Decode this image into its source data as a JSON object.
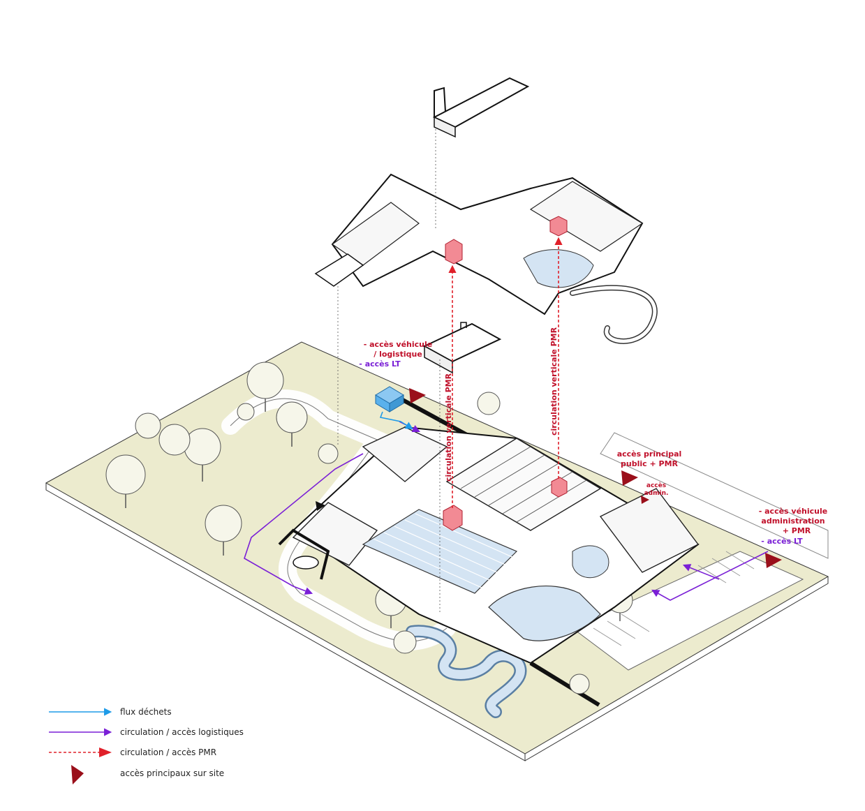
{
  "colors": {
    "waste_flow": "#1e9be8",
    "logistics": "#7a1fd6",
    "pmr": "#e0202a",
    "access_marker": "#9a0f1a",
    "site_ground": "#ecebce",
    "water": "#d4e4f3",
    "lift": "#f28a94",
    "waste_room": "#5ab1ec",
    "text_red": "#c0102a",
    "text_purple": "#7a1fd6"
  },
  "labels": {
    "vehicle_logistics_line1": "- accès véhicule",
    "vehicle_logistics_line2": "/ logistique",
    "lt_access_top": "- accès LT",
    "vertical_pmr_left": "circulation verticale PMR",
    "vertical_pmr_right": "circulation verticale PMR",
    "main_access_line1": "accès principal",
    "main_access_line2": "public + PMR",
    "admin_access_line1": "accès",
    "admin_access_line2": "admin.",
    "vehicle_admin_line1": "- accès véhicule",
    "vehicle_admin_line2": "administration",
    "vehicle_admin_line3": "+ PMR",
    "lt_access_right": "- accès LT"
  },
  "legend": [
    {
      "key": "waste",
      "label": "flux déchets",
      "style": "solid-arrow",
      "color": "#1e9be8"
    },
    {
      "key": "logistics",
      "label": "circulation / accès logistiques",
      "style": "solid-arrow",
      "color": "#7a1fd6"
    },
    {
      "key": "pmr",
      "label": "circulation / accès PMR",
      "style": "dashed-arrow",
      "color": "#e0202a"
    },
    {
      "key": "main_access",
      "label": "accès principaux sur site",
      "style": "triangle",
      "color": "#9a0f1a"
    }
  ]
}
